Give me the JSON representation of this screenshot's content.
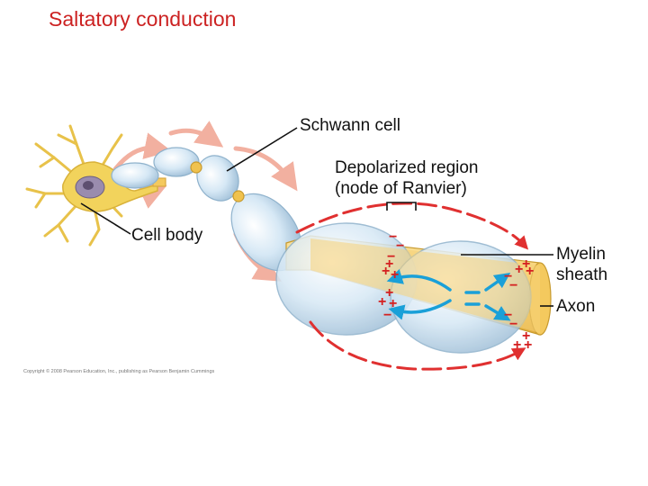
{
  "slide": {
    "title": "Saltatory conduction",
    "copyright": "Copyright © 2008 Pearson Education, Inc., publishing as Pearson Benjamin Cummings"
  },
  "labels": {
    "schwann_cell": "Schwann cell",
    "depolarized_line1": "Depolarized region",
    "depolarized_line2": "(node of Ranvier)",
    "cell_body": "Cell body",
    "myelin_line1": "Myelin",
    "myelin_line2": "sheath",
    "axon": "Axon"
  },
  "colors": {
    "title": "#cc2222",
    "myelin": "#cfe3f2",
    "axon": "#f6d27a",
    "cell_body": "#f2d35c",
    "ion_flow": "#1aa0d8",
    "current_arrow": "#e03030",
    "faded_arrow": "#f2b0a0"
  },
  "charges": {
    "plus": "+",
    "minus": "−"
  }
}
